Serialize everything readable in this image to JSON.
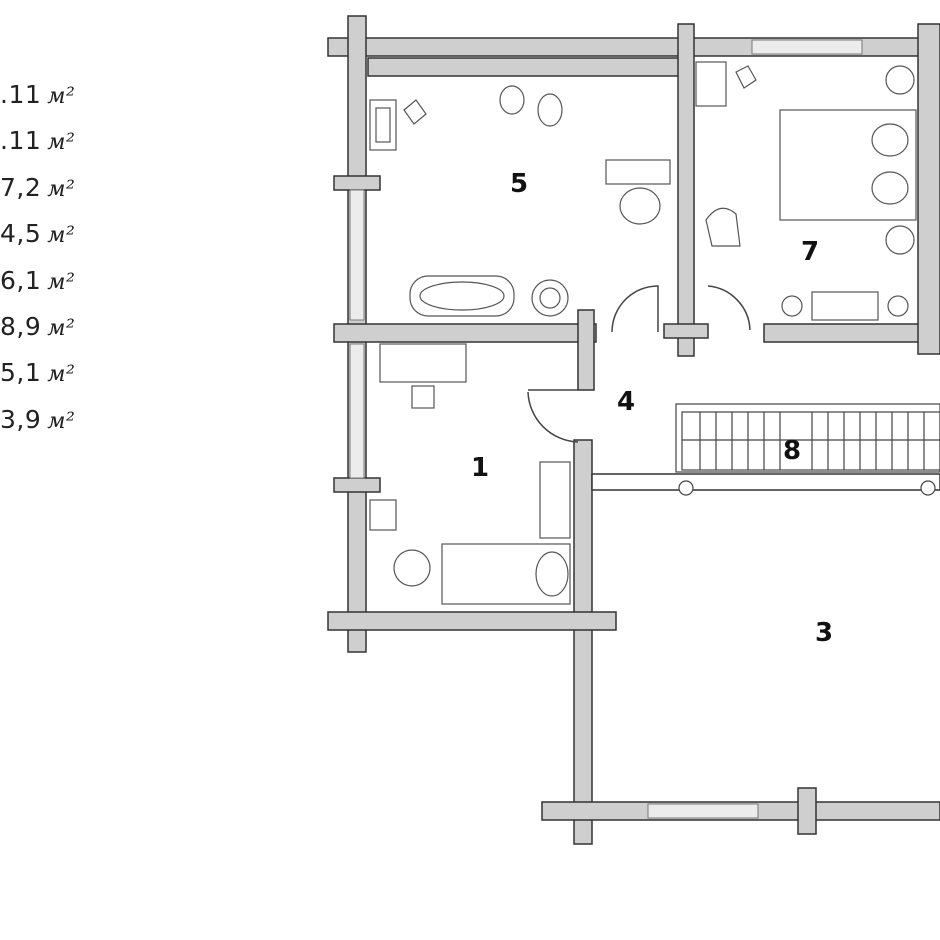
{
  "areas": [
    {
      "value": ".11",
      "unit": "м²"
    },
    {
      "value": ".11",
      "unit": "м²"
    },
    {
      "value": "7,2",
      "unit": "м²"
    },
    {
      "value": "4,5",
      "unit": "м²"
    },
    {
      "value": "6,1",
      "unit": "м²"
    },
    {
      "value": "8,9",
      "unit": "м²"
    },
    {
      "value": "5,1",
      "unit": "м²"
    },
    {
      "value": "3,9",
      "unit": "м²"
    }
  ],
  "rooms": {
    "r5": "5",
    "r7": "7",
    "r4": "4",
    "r8": "8",
    "r1": "1",
    "r3": "3"
  },
  "colors": {
    "wall_fill": "#cfcfcf",
    "wall_stroke": "#333333",
    "furniture": "#555555"
  }
}
